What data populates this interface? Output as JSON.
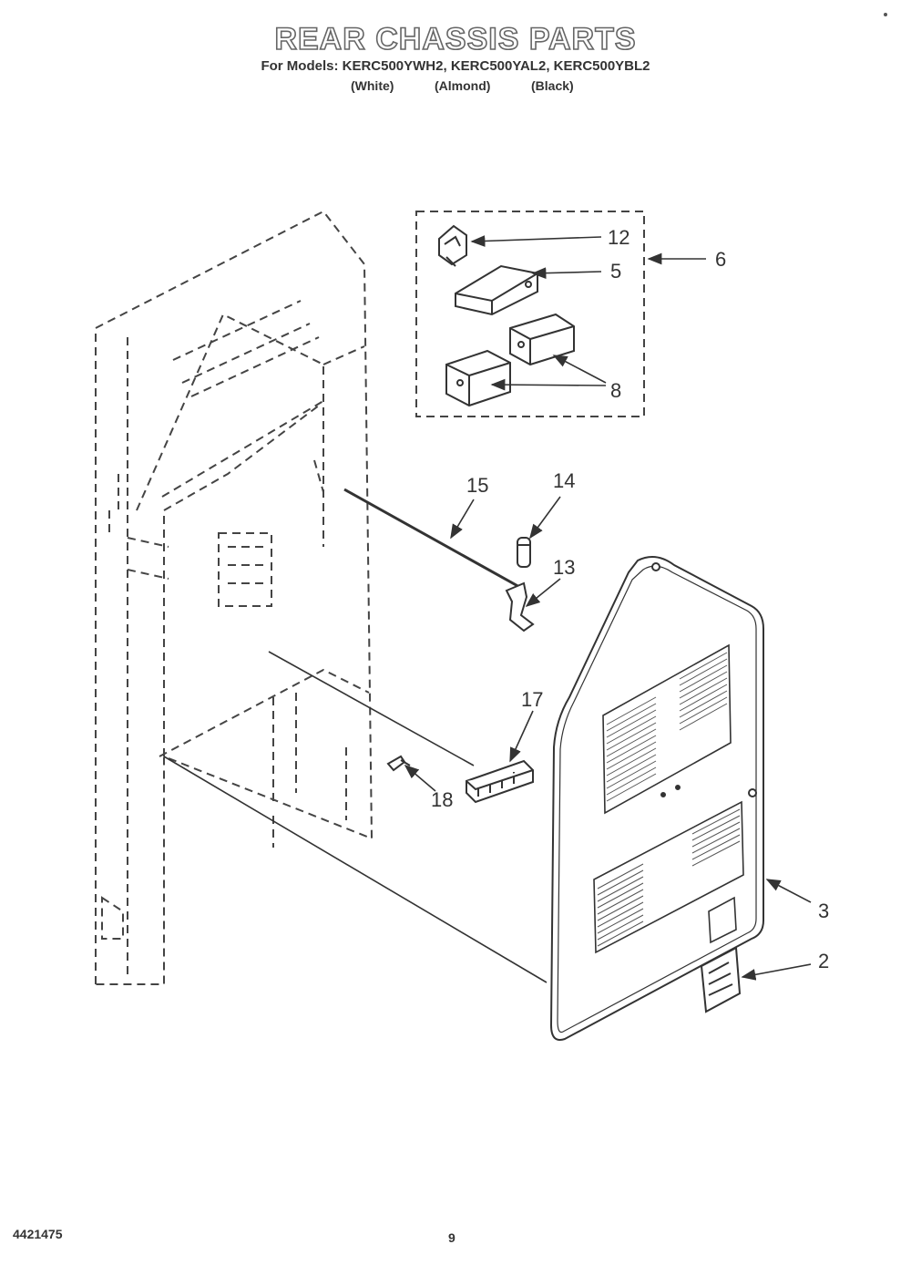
{
  "header": {
    "title": "REAR CHASSIS PARTS",
    "models_line": "For Models: KERC500YWH2, KERC500YAL2, KERC500YBL2",
    "colors": [
      "(White)",
      "(Almond)",
      "(Black)"
    ]
  },
  "callouts": {
    "c12": "12",
    "c5": "5",
    "c6": "6",
    "c8": "8",
    "c15": "15",
    "c14": "14",
    "c13": "13",
    "c17": "17",
    "c18": "18",
    "c3": "3",
    "c2": "2"
  },
  "footer": {
    "doc_number": "4421475",
    "page_number": "9"
  }
}
